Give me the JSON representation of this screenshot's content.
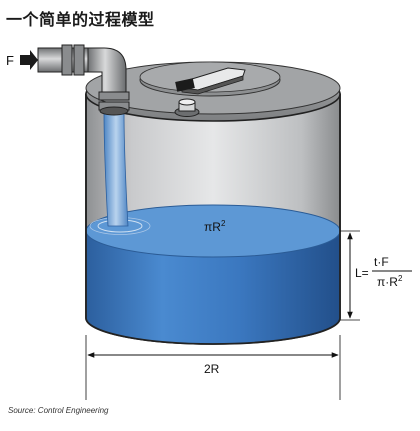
{
  "title": "一个简单的过程模型",
  "labels": {
    "flow": "F",
    "surface_area": "πR",
    "surface_area_exp": "2",
    "level_lhs": "L=",
    "level_numerator": "t·F",
    "level_denominator": "π·R",
    "level_denominator_exp": "2",
    "diameter": "2R"
  },
  "source": "Source: Control Engineering",
  "colors": {
    "tank_body": "#c8c9cb",
    "tank_lid": "#9fa1a3",
    "liquid": "#3d7fc4",
    "liquid_surface": "#5f9ad6",
    "stream": "#8fb6de"
  }
}
